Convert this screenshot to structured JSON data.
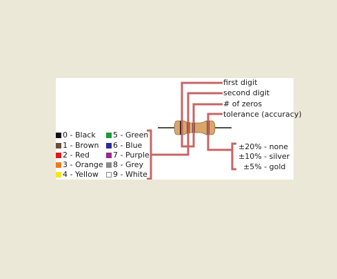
{
  "labels": {
    "first_digit": "first digit",
    "second_digit": "second digit",
    "num_zeros": "# of zeros",
    "tolerance": "tolerance (accuracy)"
  },
  "tolerance_values": [
    "±20% - none",
    "±10% - silver",
    "±5% - gold"
  ],
  "color_codes_left": [
    {
      "label": "0 - Black",
      "color": "#111111"
    },
    {
      "label": "1 - Brown",
      "color": "#6b4f3a"
    },
    {
      "label": "2 - Red",
      "color": "#e01818"
    },
    {
      "label": "3 - Orange",
      "color": "#f07818"
    },
    {
      "label": "4 - Yellow",
      "color": "#f8e818"
    }
  ],
  "color_codes_right": [
    {
      "label": "5 - Green",
      "color": "#1a9a3a"
    },
    {
      "label": "6 - Blue",
      "color": "#2a2aa0"
    },
    {
      "label": "7 - Purple",
      "color": "#9a2a8a"
    },
    {
      "label": "8 - Grey",
      "color": "#8a8a8a"
    },
    {
      "label": "9 - White",
      "color": "#ffffff"
    }
  ],
  "colors": {
    "leader_line": "#c86464",
    "resistor_body": "#d9a76a",
    "band": "#222222",
    "wire": "#111111"
  }
}
